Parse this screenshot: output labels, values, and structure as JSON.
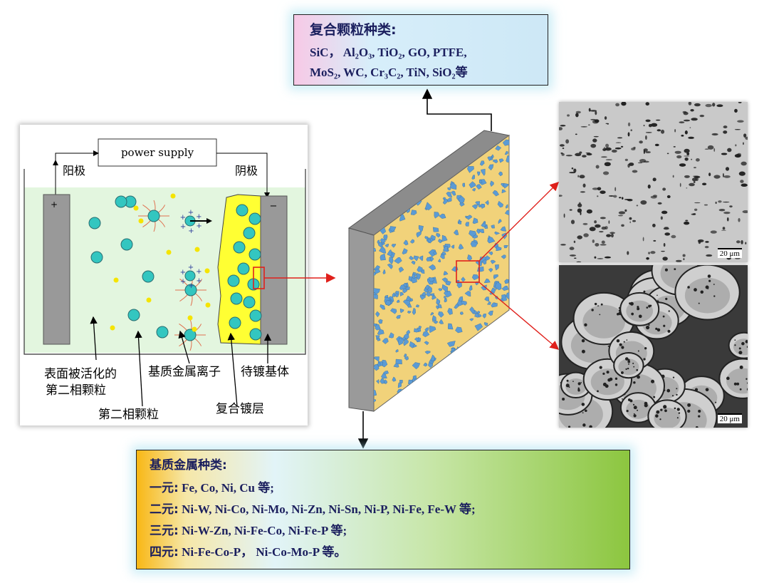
{
  "top_box": {
    "title": "复合颗粒种类:",
    "line1": "SiC， Al₂O₃, TiO₂, GO, PTFE,",
    "line2": "MoS₂, WC, Cr₃C₂, TiN, SiO₂等"
  },
  "bottom_box": {
    "title": "基质金属种类:",
    "rows": [
      {
        "key": "一元:",
        "value": " Fe, Co, Ni, Cu 等;"
      },
      {
        "key": "二元:",
        "value": " Ni-W, Ni-Co, Ni-Mo, Ni-Zn, Ni-Sn, Ni-P, Ni-Fe, Fe-W 等;"
      },
      {
        "key": "三元:",
        "value": "  Ni-W-Zn, Ni-Fe-Co, Ni-Fe-P 等;"
      },
      {
        "key": "四元:",
        "value": " Ni-Fe-Co-P， Ni-Co-Mo-P 等。"
      }
    ]
  },
  "cell": {
    "power_supply": "power supply",
    "anode": "阳极",
    "cathode": "阴极",
    "plus": "+",
    "minus": "−",
    "label_activated_1": "表面被活化的",
    "label_activated_2": "第二相颗粒",
    "label_particle": "第二相颗粒",
    "label_ions": "基质金属离子",
    "label_substrate": "待镀基体",
    "label_coating": "复合镀层"
  },
  "micrographs": {
    "top_scale": "20 μm",
    "bottom_scale": "20 μm"
  },
  "colors": {
    "particle": "#33c6c0",
    "ion": "#f5e400",
    "coating": "#ffff33",
    "electrolyte": "#e3f6df",
    "slab_face": "#f1d27a",
    "slab_particle": "#5b9bd5",
    "highlight": "#e0201b"
  }
}
